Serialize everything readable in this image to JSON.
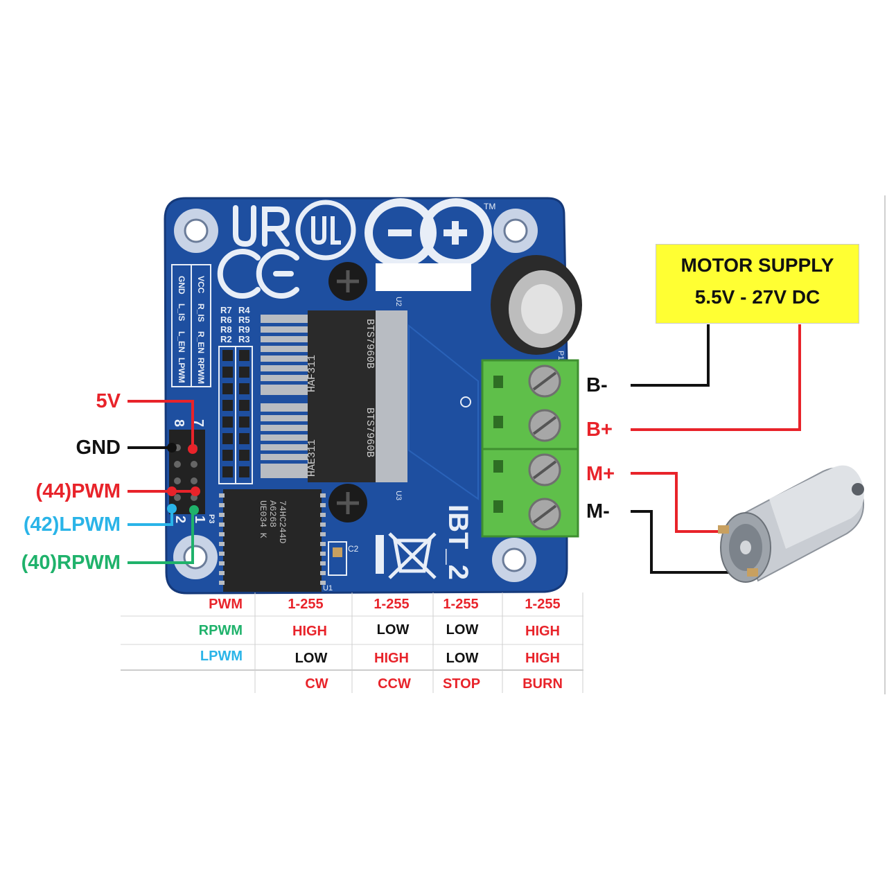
{
  "board": {
    "model_label": "IBT_2",
    "left_header": {
      "row1": [
        "VCC",
        "R_IS",
        "R_EN",
        "RPWM"
      ],
      "row2": [
        "GND",
        "L_IS",
        "L_EN",
        "LPWM"
      ]
    },
    "pin_numbers": {
      "top": "7",
      "left": "8",
      "bottom": "2",
      "right": "1"
    },
    "resistor_labels": [
      [
        "R7",
        "R4"
      ],
      [
        "R6",
        "R5"
      ],
      [
        "R8",
        "R9"
      ],
      [
        "R2",
        "R3"
      ]
    ],
    "chip_upper": {
      "line1": "BTS7960B",
      "line2": "HAF311"
    },
    "chip_lower": {
      "line1": "BTS7960B",
      "line2": "HAE311"
    },
    "ic": {
      "line1": "74HC244D",
      "line2": "A6268",
      "line3": "UE034 K",
      "ref": "U1"
    },
    "refs": {
      "u2": "U2",
      "u3": "U3",
      "c2": "C2",
      "p3": "P3",
      "p1": "P1"
    },
    "tm": "TM",
    "colors": {
      "pcb": "#1e4fa0",
      "silk": "#e8eef7",
      "terminal": "#5fbf4a"
    }
  },
  "left_labels": {
    "v5": "5V",
    "gnd": "GND",
    "pwm": "(44)PWM",
    "lpwm": "(42)LPWM",
    "rpwm": "(40)RPWM"
  },
  "right_labels": {
    "b_minus": "B-",
    "b_plus": "B+",
    "m_plus": "M+",
    "m_minus": "M-"
  },
  "supply": {
    "line1": "MOTOR SUPPLY",
    "line2": "5.5V - 27V DC"
  },
  "truth_table": {
    "row_labels": [
      "PWM",
      "RPWM",
      "LPWM"
    ],
    "rows": [
      [
        "1-255",
        "1-255",
        "1-255",
        "1-255"
      ],
      [
        "HIGH",
        "LOW",
        "LOW",
        "HIGH"
      ],
      [
        "LOW",
        "HIGH",
        "LOW",
        "HIGH"
      ]
    ],
    "modes": [
      "CW",
      "CCW",
      "STOP",
      "BURN"
    ]
  },
  "colors": {
    "red": "#e8232a",
    "black": "#111111",
    "blue": "#2ab4e8",
    "green": "#1fb26b",
    "supply_box": "#ffff33"
  }
}
